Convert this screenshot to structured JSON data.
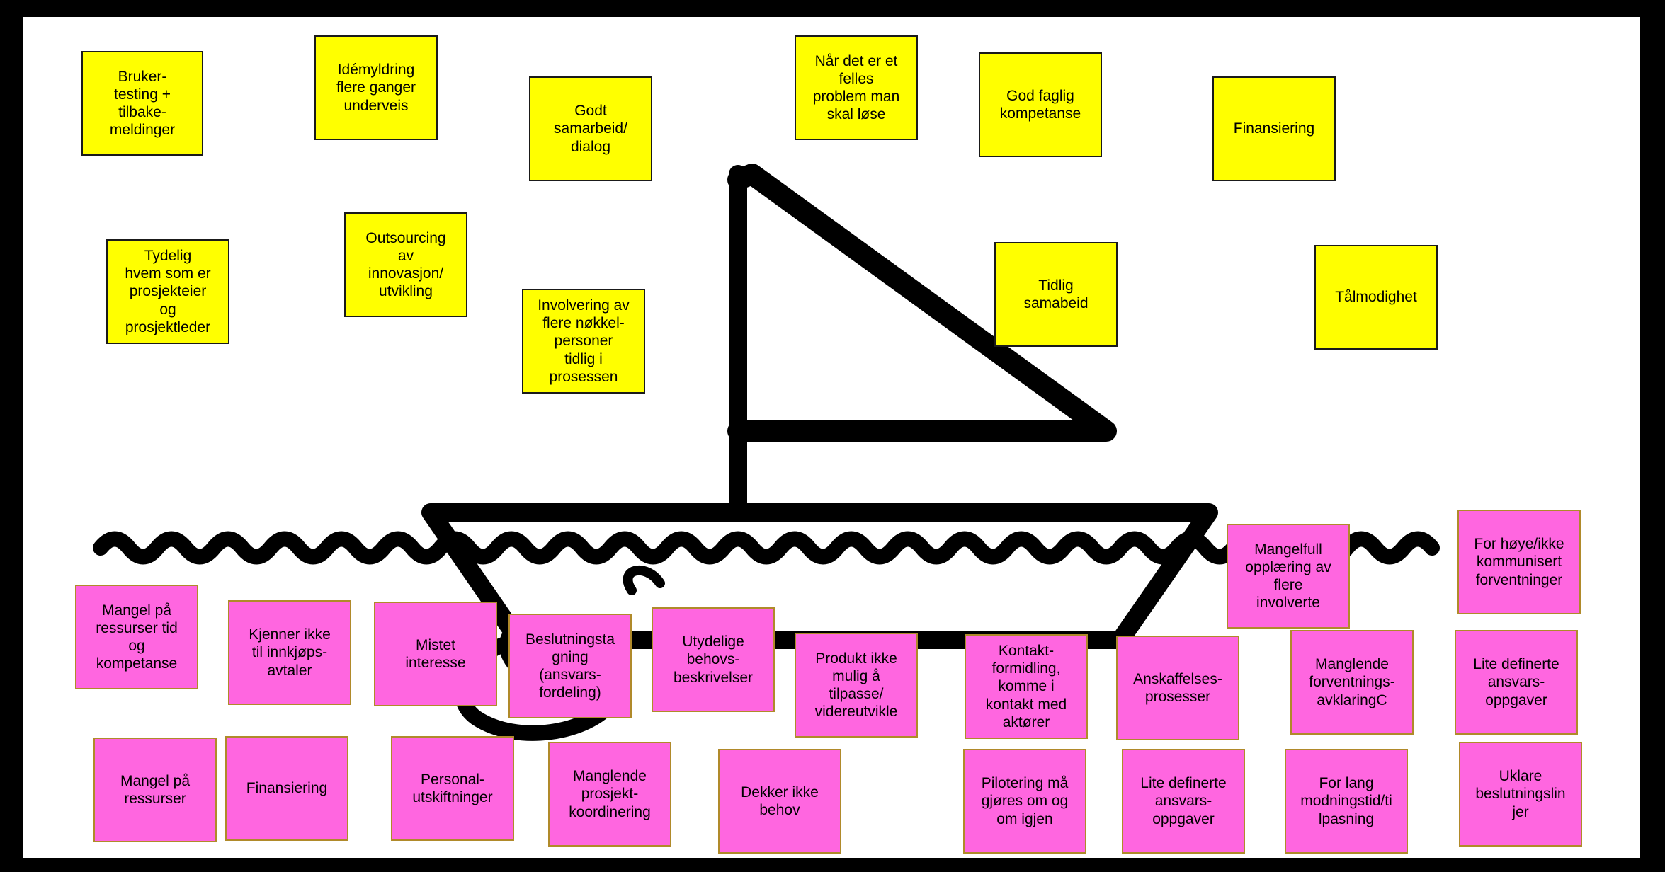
{
  "colors": {
    "frame": "#000000",
    "board": "#ffffff",
    "positive_note": "#ffff00",
    "negative_note": "#ff66e0",
    "drawing": "#000000"
  },
  "yellow_notes": [
    {
      "text": "Bruker-\ntesting +\ntilbake-\nmeldinger"
    },
    {
      "text": "Idémyldring\nflere ganger\nunderveis"
    },
    {
      "text": "Godt\nsamarbeid/\ndialog"
    },
    {
      "text": "Når det er et\nfelles\nproblem man\nskal løse"
    },
    {
      "text": "God faglig\nkompetanse"
    },
    {
      "text": "Finansiering"
    },
    {
      "text": "Tydelig\nhvem som er\nprosjekteier\nog\nprosjektleder"
    },
    {
      "text": "Outsourcing\nav\ninnovasjon/\nutvikling"
    },
    {
      "text": "Involvering av\nflere nøkkel-\npersoner\ntidlig i\nprosessen"
    },
    {
      "text": "Tidlig\nsamabeid"
    },
    {
      "text": "Tålmodighet"
    }
  ],
  "pink_notes": [
    {
      "text": "Mangel på\nressurser tid\nog\nkompetanse"
    },
    {
      "text": "Kjenner ikke\ntil innkjøps-\navtaler"
    },
    {
      "text": "Mistet\ninteresse"
    },
    {
      "text": "Beslutningsta\ngning\n(ansvars-\nfordeling)"
    },
    {
      "text": "Utydelige\nbehovs-\nbeskrivelser"
    },
    {
      "text": "Produkt ikke\nmulig å\ntilpasse/\nvidereutvikle"
    },
    {
      "text": "Kontakt-\nformidling,\nkomme i\nkontakt med\naktører"
    },
    {
      "text": "Anskaffelses-\nprosesser"
    },
    {
      "text": "Mangelfull\nopplæring av\nflere\ninvolverte"
    },
    {
      "text": "Manglende\nforventnings-\navklaringC"
    },
    {
      "text": "For høye/ikke\nkommunisert\nforventninger"
    },
    {
      "text": "Lite definerte\nansvars-\noppgaver"
    },
    {
      "text": "Mangel på\nressurser"
    },
    {
      "text": "Finansiering"
    },
    {
      "text": "Personal-\nutskiftninger"
    },
    {
      "text": "Manglende\nprosjekt-\nkoordinering"
    },
    {
      "text": "Dekker ikke\nbehov"
    },
    {
      "text": "Pilotering må\ngjøres om og\nom igjen"
    },
    {
      "text": "Lite definerte\nansvars-\noppgaver"
    },
    {
      "text": "For lang\nmodningstid/ti\nlpasning"
    },
    {
      "text": "Uklare\nbeslutningslin\njer"
    }
  ]
}
